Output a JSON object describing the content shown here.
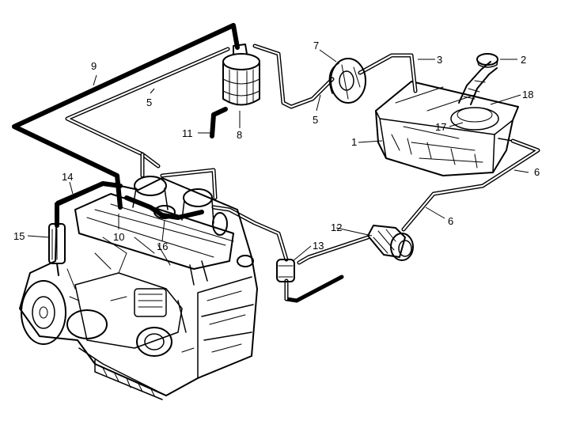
{
  "labels": {
    "n1": "1",
    "n2": "2",
    "n3": "3",
    "n5a": "5",
    "n5b": "5",
    "n6a": "6",
    "n6b": "6",
    "n7": "7",
    "n8": "8",
    "n9": "9",
    "n10": "10",
    "n11": "11",
    "n12": "12",
    "n13": "13",
    "n14": "14",
    "n15": "15",
    "n16": "16",
    "n17": "17",
    "n18": "18"
  }
}
